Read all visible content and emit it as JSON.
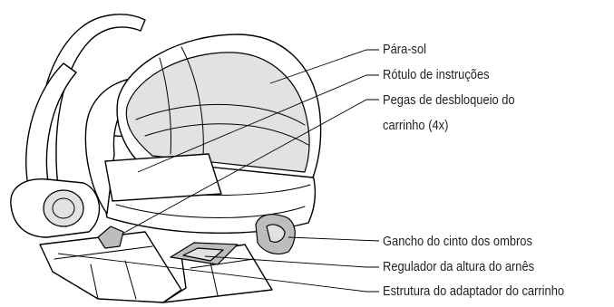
{
  "labels": [
    {
      "id": "para-sol",
      "text": "Pára-sol"
    },
    {
      "id": "rotulo-instrucoes",
      "text": "Rótulo de instruções"
    },
    {
      "id": "pegas-desbloqueio-1",
      "text": "Pegas de desbloqueio do"
    },
    {
      "id": "pegas-desbloqueio-2",
      "text": "carrinho (4x)"
    },
    {
      "id": "gancho-cinto",
      "text": "Gancho do cinto dos ombros"
    },
    {
      "id": "regulador-arnes",
      "text": "Regulador da altura do arnês"
    },
    {
      "id": "estrutura-adaptador",
      "text": "Estrutura do adaptador do carrinho"
    }
  ]
}
